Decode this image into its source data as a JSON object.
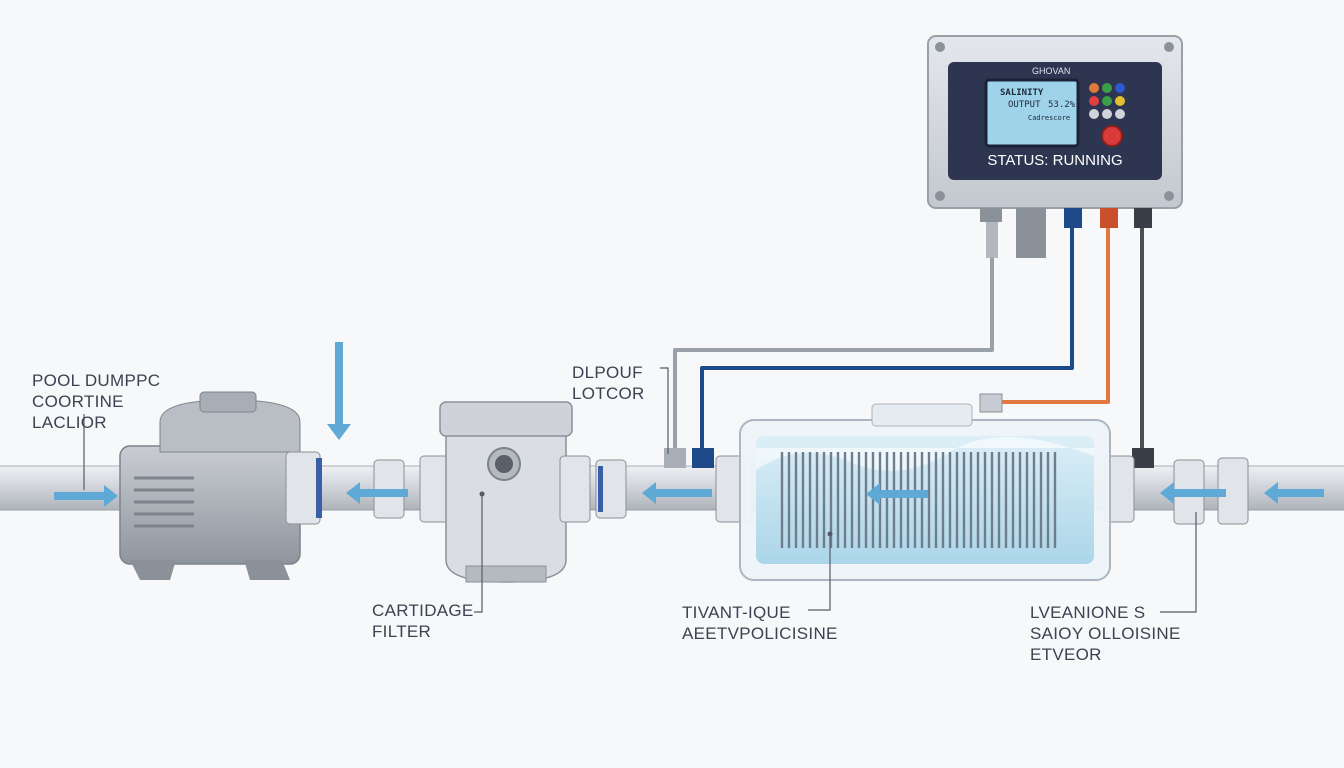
{
  "labels": {
    "pump": [
      "POOL DUMPPC",
      "COORTINE",
      "LACLIOR"
    ],
    "filter": [
      "CARTIDAGE",
      "FILTER"
    ],
    "output": [
      "DLPOUF",
      "LOTCOR"
    ],
    "cell": [
      "TIVANT-IQUE",
      "AEETVPOLICISINE"
    ],
    "valve": [
      "LVEANIONE S",
      "SAIOY OLLOISINE",
      "ETVEOR"
    ]
  },
  "controller": {
    "brand": "GHOVAN",
    "lcd_title": "SALINITY",
    "lcd_row1_label": "OUTPUT",
    "lcd_row1_value": "53.2%",
    "lcd_row2_label": "Cadrescore",
    "status": "STATUS: RUNNING",
    "button_colors": [
      "#e07a3a",
      "#3a9e4a",
      "#2a5bd0",
      "#e04040",
      "#3a9e4a",
      "#e0c030",
      "#d0d4da",
      "#d0d4da",
      "#d0d4da"
    ],
    "stop_button_color": "#d93a3a"
  },
  "colors": {
    "flow_arrow": "#5ea9d6",
    "pipe": "#d3d7dd",
    "panel": "#2d3550",
    "wire_blue": "#1f4a8a",
    "wire_orange": "#e07840",
    "wire_dark": "#4a4e56",
    "wire_gray": "#9aa0a8"
  }
}
